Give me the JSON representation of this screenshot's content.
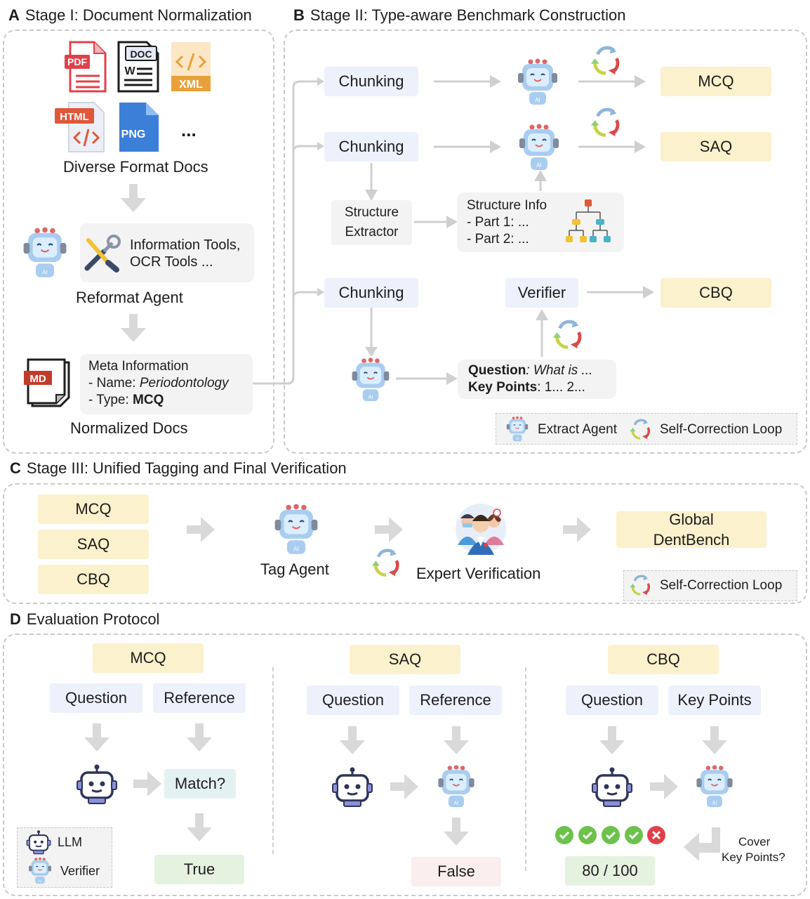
{
  "stage_a": {
    "letter": "A",
    "title": "Stage I: Document Normalization",
    "formats": [
      "PDF",
      "DOC",
      "XML",
      "HTML",
      "PNG",
      "..."
    ],
    "diverse_label": "Diverse Format Docs",
    "tools_line1": "Information Tools,",
    "tools_line2": "OCR Tools ...",
    "reformat_label": "Reformat Agent",
    "meta_title": "Meta Information",
    "meta_name_prefix": "- Name: ",
    "meta_name_value": "Periodontology",
    "meta_type_prefix": "- Type: ",
    "meta_type_value": "MCQ",
    "md_badge": "MD",
    "normalized_label": "Normalized Docs"
  },
  "stage_b": {
    "letter": "B",
    "title": "Stage II: Type-aware Benchmark Construction",
    "chunking": "Chunking",
    "mcq": "MCQ",
    "saq": "SAQ",
    "cbq": "CBQ",
    "structure_line1": "Structure",
    "structure_line2": "Extractor",
    "structure_info_title": "Structure Info",
    "structure_part1": "- Part 1: ...",
    "structure_part2": "- Part 2: ...",
    "verifier": "Verifier",
    "question_label": "Question",
    "question_value": ": What is ...",
    "keypoints_label": "Key Points",
    "keypoints_value": ": 1... 2...",
    "legend_extract": "Extract Agent",
    "legend_loop": "Self-Correction Loop"
  },
  "stage_c": {
    "letter": "C",
    "title": "Stage III: Unified Tagging and Final Verification",
    "types": [
      "MCQ",
      "SAQ",
      "CBQ"
    ],
    "tag_agent": "Tag Agent",
    "expert": "Expert Verification",
    "global_line1": "Global",
    "global_line2": "DentBench",
    "legend_loop": "Self-Correction Loop"
  },
  "stage_d": {
    "letter": "D",
    "title": "Evaluation Protocol",
    "mcq": {
      "title": "MCQ",
      "question": "Question",
      "reference": "Reference",
      "match": "Match?",
      "result": "True"
    },
    "saq": {
      "title": "SAQ",
      "question": "Question",
      "reference": "Reference",
      "result": "False"
    },
    "cbq": {
      "title": "CBQ",
      "question": "Question",
      "keypoints": "Key Points",
      "cover_line1": "Cover",
      "cover_line2": "Key Points?",
      "score": "80 / 100"
    },
    "legend_llm": "LLM",
    "legend_verifier": "Verifier"
  },
  "colors": {
    "yellow": "#fbf1cc",
    "blue": "#edf1fb",
    "green_check": "#6cc24a",
    "red_cross": "#e0404a",
    "arrow_grey": "#d6d6d6"
  },
  "icons": [
    "pdf-icon",
    "doc-icon",
    "xml-icon",
    "html-icon",
    "png-icon",
    "robot-agent-icon",
    "tools-icon",
    "md-file-icon",
    "refresh-loop-icon",
    "tree-structure-icon",
    "experts-icon",
    "llm-robot-icon"
  ]
}
